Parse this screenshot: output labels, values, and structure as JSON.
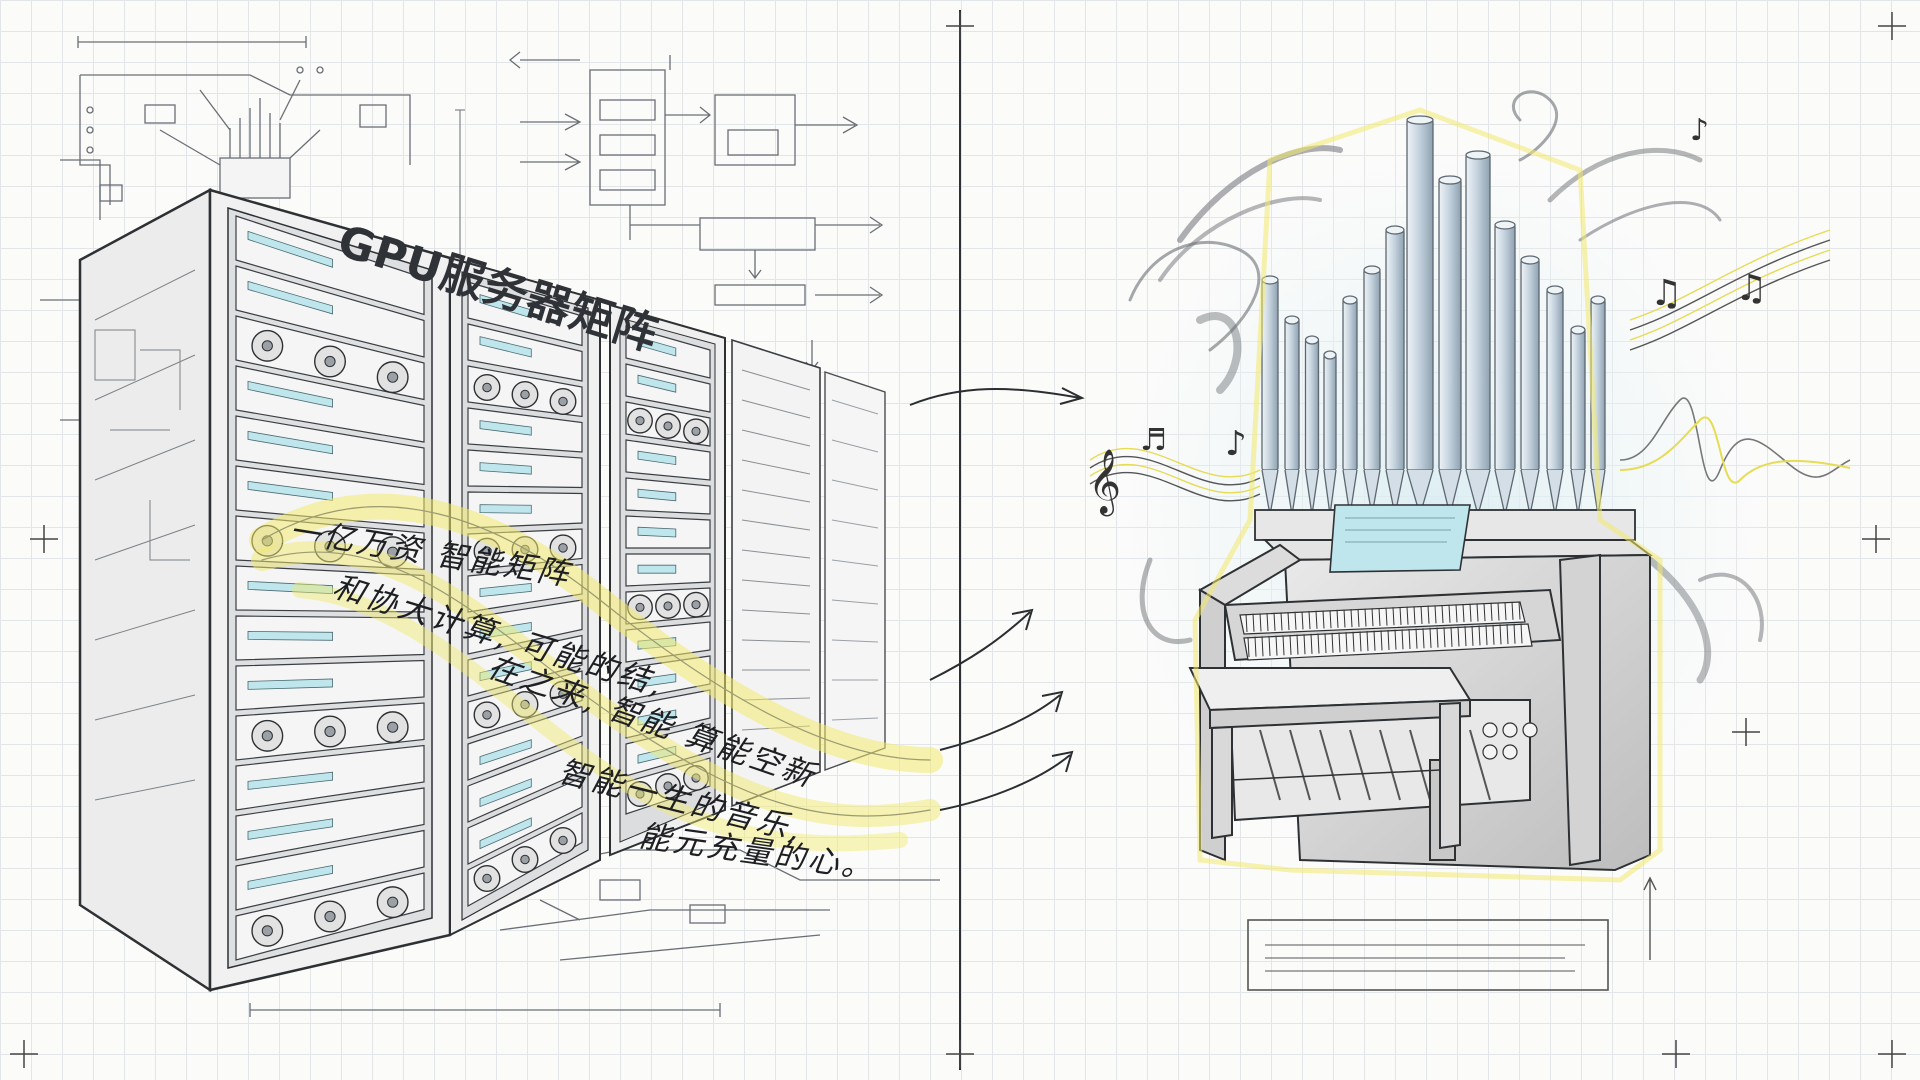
{
  "illustration": {
    "left_panel": {
      "title": "GPU服务器矩阵",
      "handwriting": [
        "一亿万资 智能矩阵",
        "和协大计算, 可能的结,",
        "在之来, 智能 算能空新",
        "智能一生的音乐,",
        "能元充量的心。"
      ]
    },
    "right_panel": {
      "subject": "pipe-organ",
      "music_symbols": [
        "𝄞",
        "♪",
        "♫",
        "♪",
        "♫",
        "♬"
      ]
    },
    "colors": {
      "pencil": "#3a3d42",
      "highlight": "#f2ea6c",
      "pipe": "#c9d7e2",
      "screen": "#bfe6ec",
      "grid": "#e3e6e8"
    }
  }
}
